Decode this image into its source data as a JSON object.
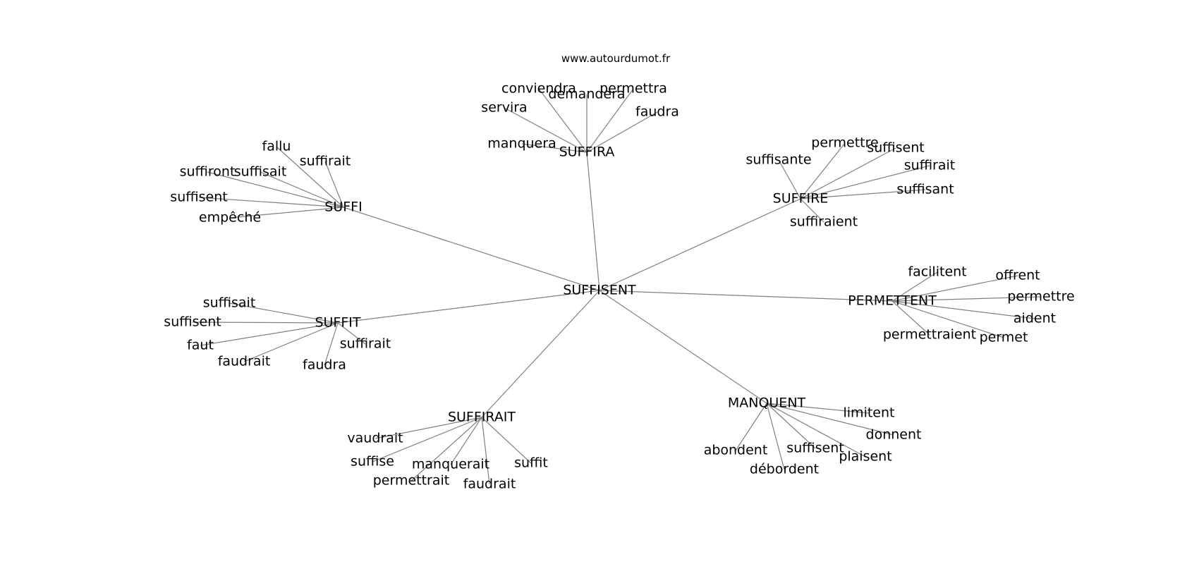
{
  "site": "www.autourdumot.fr",
  "center": "SUFFISENT",
  "clusters": [
    {
      "hub": "SUFFIRA",
      "words": [
        "conviendra",
        "demandera",
        "permettra",
        "servira",
        "faudra",
        "manquera"
      ]
    },
    {
      "hub": "SUFFI",
      "words": [
        "fallu",
        "suffirait",
        "suffiront",
        "suffisait",
        "suffisent",
        "empêché"
      ]
    },
    {
      "hub": "SUFFIRE",
      "words": [
        "permettre",
        "suffisent",
        "suffisante",
        "suffirait",
        "suffisant",
        "suffiraient"
      ]
    },
    {
      "hub": "PERMETTENT",
      "words": [
        "facilitent",
        "offrent",
        "permettre",
        "aident",
        "permettraient",
        "permet"
      ]
    },
    {
      "hub": "SUFFIT",
      "words": [
        "suffisait",
        "suffisent",
        "faut",
        "suffirait",
        "faudrait",
        "faudra"
      ]
    },
    {
      "hub": "SUFFIRAIT",
      "words": [
        "vaudrait",
        "suffise",
        "manquerait",
        "suffit",
        "permettrait",
        "faudrait"
      ]
    },
    {
      "hub": "MANQUENT",
      "words": [
        "limitent",
        "donnent",
        "abondent",
        "suffisent",
        "plaisent",
        "débordent"
      ]
    }
  ]
}
